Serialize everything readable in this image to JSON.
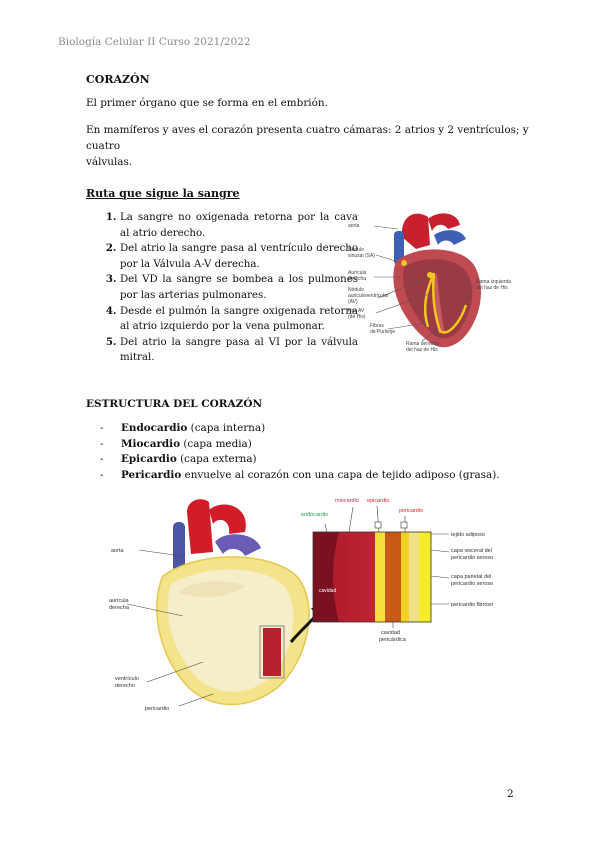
{
  "header": "Biología Celular II Curso 2021/2022",
  "section1": {
    "title": "CORAZÓN",
    "p1": "El primer órgano que se forma en el embrión.",
    "p2_line1": "En mamíferos y aves el corazón presenta cuatro cámaras: 2 atrios y 2 ventrículos; y cuatro",
    "p2_line2": "válvulas."
  },
  "route": {
    "title": "Ruta que sigue la sangre",
    "steps": [
      "La sangre no oxigenada retorna por la cava al atrio derecho.",
      "Del atrio la sangre pasa al ventrículo derecho por la Válvula A-V derecha.",
      "Del VD la sangre se bombea a los pulmones por las arterias pulmonares.",
      "Desde el pulmón la sangre oxigenada retorna al atrio izquierdo por la vena pulmonar.",
      "Del atrio la sangre pasa al VI por la válvula mitral."
    ]
  },
  "heart_diagram": {
    "labels": {
      "aorta": "aorta",
      "nodulo_sinusal": [
        "Nódulo",
        "sinusal (SA)"
      ],
      "auricula_derecha": [
        "Aurícula",
        "derecha"
      ],
      "nodulo_av": [
        "Nódulo",
        "auriculoventricular",
        "(AV)"
      ],
      "haz_av": [
        "Haz AV",
        "(de His)"
      ],
      "fibras_purkinje": [
        "Fibras",
        "de Purkinje"
      ],
      "rama_derecha": [
        "Rama derecha",
        "del haz de His"
      ],
      "rama_izquierda": [
        "Rama izquierda",
        "del haz de His"
      ]
    }
  },
  "structure": {
    "title": "ESTRUCTURA DEL CORAZÓN",
    "items": [
      {
        "dash": "-",
        "term": "Endocardio",
        "desc": " (capa interna)"
      },
      {
        "dash": "-",
        "term": "Miocardio",
        "desc": " (capa media)"
      },
      {
        "dash": "-",
        "term": "Epicardio",
        "desc": " (capa externa)"
      },
      {
        "dash": "-",
        "term": "Pericardio",
        "desc": " envuelve al corazón con una capa de tejido adiposo (grasa)."
      }
    ]
  },
  "layers_diagram": {
    "labels": {
      "aorta": "aorta",
      "auricula_derecha": [
        "aurícula",
        "derecha"
      ],
      "ventriculo_derecho": [
        "ventrículo",
        "derecho"
      ],
      "pericardio": "pericardio",
      "endocardio": "endocardio",
      "miocardio": "miocardio",
      "epicardio": "epicardio",
      "pericardio_top": "pericardio",
      "cavidad": "cavidad",
      "tejido_adiposo": "tejido adiposo",
      "capa_visceral": [
        "capa visceral del",
        "pericardio seroso"
      ],
      "capa_parietal": [
        "capa parietal del",
        "pericardio seroso"
      ],
      "pericardio_fibroso": "pericardio fibroso",
      "cavidad_pericardica": [
        "cavidad",
        "pericárdica"
      ]
    },
    "colors": {
      "endocardio": "#1aa04a",
      "miocardio": "#b0306a",
      "epicardio": "#e0202a",
      "pericardio": "#e0202a"
    }
  },
  "page_number": "2"
}
